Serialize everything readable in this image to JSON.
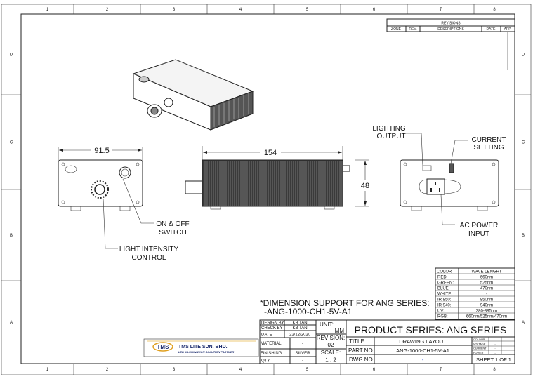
{
  "zones": {
    "columns": [
      "1",
      "2",
      "3",
      "4",
      "5",
      "6",
      "7",
      "8"
    ],
    "rows": [
      "D",
      "C",
      "B",
      "A"
    ]
  },
  "revisions": {
    "title": "REVISIONS",
    "headers": [
      "ZONE",
      "REV.",
      "DESCRIPTIONS",
      "DATE",
      "APP."
    ]
  },
  "dimensions": {
    "width": "91.5",
    "length": "154",
    "height": "48"
  },
  "callouts": {
    "on_off_1": "ON & OFF",
    "on_off_2": "SWITCH",
    "light_1": "LIGHT INTENSITY",
    "light_2": "CONTROL",
    "output_1": "LIGHTING",
    "output_2": "OUTPUT",
    "current_1": "CURRENT",
    "current_2": "SETTING",
    "ac_1": "AC POWER",
    "ac_2": "INPUT"
  },
  "note": {
    "line1": "*DIMENSION SUPPORT FOR ANG SERIES:",
    "line2": "-ANG-1000-CH1-5V-A1"
  },
  "color_table": {
    "headers": [
      "COLOR",
      "WAVE LENGHT"
    ],
    "rows": [
      [
        "RED:",
        "660nm"
      ],
      [
        "GREEN:",
        "525nm"
      ],
      [
        "BLUE:",
        "470nm"
      ],
      [
        "WHITE:",
        "-"
      ],
      [
        "IR 850:",
        "850nm"
      ],
      [
        "IR 940:",
        "940nm"
      ],
      [
        "UV:",
        "380-385nm"
      ],
      [
        "RGB:",
        "660nm/525nm/470nm"
      ]
    ]
  },
  "company": {
    "logo": "TMS",
    "name": "TMS LITE SDN. BHD.",
    "tagline": "LED ILLUMINATION SOLUTION PARTNER"
  },
  "title_block": {
    "design_by_label": "DESIGN BY",
    "design_by": "KB TAN",
    "check_by_label": "CHECK BY",
    "check_by": "KB TAN",
    "date_label": "DATE",
    "date": "22/12/2020",
    "material_label": "MATERIAL",
    "material": "-",
    "finishing_label": "FINISHING",
    "finishing": "SILVER",
    "qty_label": "QTY",
    "qty": "-",
    "unit_label": "UNIT:",
    "unit": "MM",
    "revision_label": "REVISION:",
    "revision": "02",
    "scale_label": "SCALE:",
    "scale": "1 : 2",
    "product_series": "PRODUCT SERIES: ANG  SERIES",
    "title_label": "TITLE",
    "title": "DRAWING LAYOUT",
    "part_no_label": "PART NO",
    "part_no": "ANG-1000-CH1-5V-A1",
    "dwg_no_label": "DWG NO",
    "dwg_no": "-",
    "spec_labels": [
      "COLOUR",
      "VOLTAGE",
      "CURRENT",
      "POWER"
    ],
    "spec_values": [
      "-",
      "-",
      "-",
      "-"
    ],
    "sheet": "SHEET 1 OF 1"
  }
}
